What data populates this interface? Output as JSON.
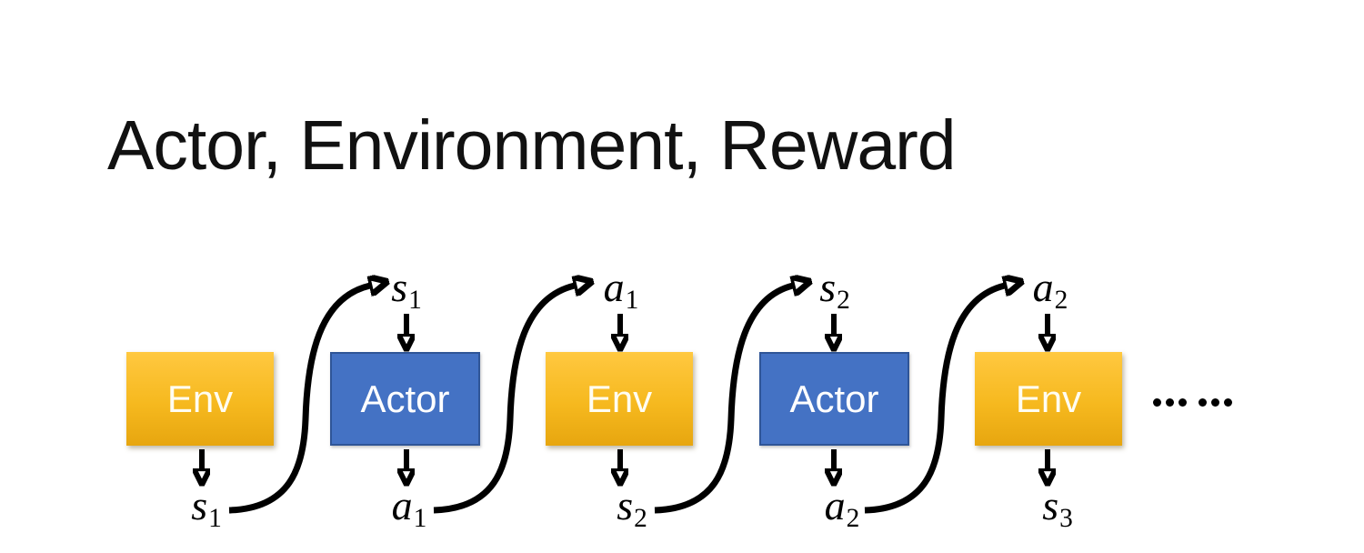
{
  "title": "Actor, Environment, Reward",
  "diagram": {
    "boxes": [
      {
        "label": "Env",
        "type": "env"
      },
      {
        "label": "Actor",
        "type": "actor"
      },
      {
        "label": "Env",
        "type": "env"
      },
      {
        "label": "Actor",
        "type": "actor"
      },
      {
        "label": "Env",
        "type": "env"
      }
    ],
    "top_labels": [
      {
        "base": "s",
        "sub": "1"
      },
      {
        "base": "a",
        "sub": "1"
      },
      {
        "base": "s",
        "sub": "2"
      },
      {
        "base": "a",
        "sub": "2"
      }
    ],
    "bottom_labels": [
      {
        "base": "s",
        "sub": "1"
      },
      {
        "base": "a",
        "sub": "1"
      },
      {
        "base": "s",
        "sub": "2"
      },
      {
        "base": "a",
        "sub": "2"
      },
      {
        "base": "s",
        "sub": "3"
      }
    ],
    "ellipsis": "……"
  },
  "colors": {
    "env_top": "#FFC840",
    "env_mid": "#F6B91F",
    "env_bottom": "#E7A60F",
    "actor_fill": "#4472C4",
    "actor_border": "#2F5597",
    "arrow": "#000000",
    "env_text": "#FFFDF2",
    "actor_text": "#FFFFFF",
    "title_color": "#111111"
  }
}
